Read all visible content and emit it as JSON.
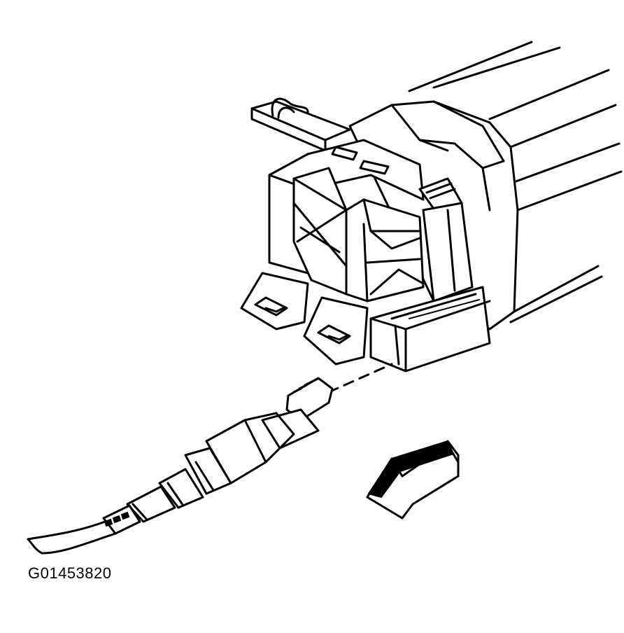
{
  "figure": {
    "id_label": "G01453820"
  },
  "parts": {
    "housing": "connector-housing",
    "plug": "terminal-plug",
    "wire": "lead-wire",
    "arrow": "direction-arrow"
  },
  "colors": {
    "line": "#000000",
    "background": "#ffffff"
  }
}
